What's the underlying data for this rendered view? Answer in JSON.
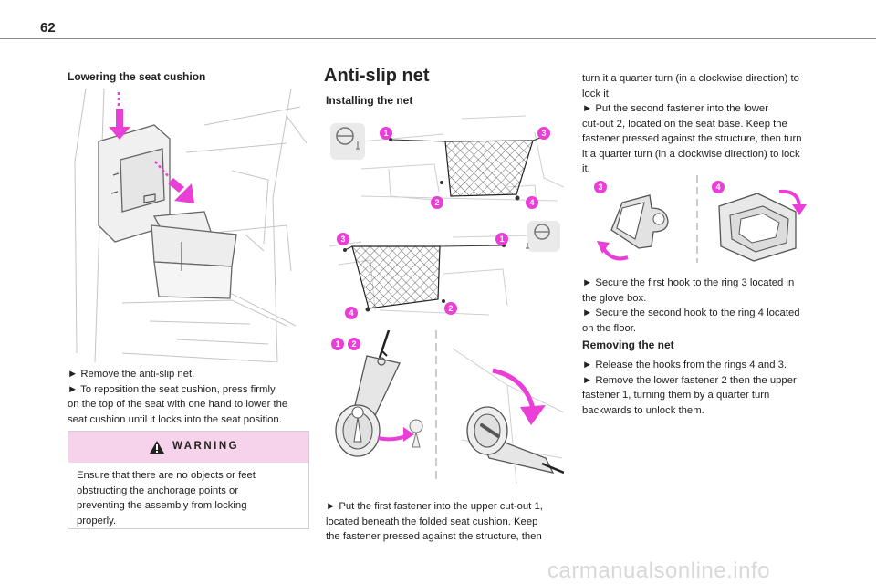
{
  "page_number": "62",
  "left": {
    "heading": "Lowering the seat cushion",
    "instructions": [
      "► Remove the anti-slip net.",
      "► To reposition the seat cushion, press firmly",
      "on the top of the seat with one hand to lower the",
      "seat cushion until it locks into the seat position."
    ],
    "warning": {
      "title": "WARNING",
      "lines": [
        "Ensure that there are no objects or feet",
        "obstructing the anchorage points or",
        "preventing the assembly from locking",
        "properly."
      ]
    }
  },
  "middle": {
    "title": "Anti-slip net",
    "subheading": "Installing the net",
    "step_numbers": [
      "1",
      "2",
      "3",
      "4"
    ],
    "bottom_text": [
      "► Put the first fastener into the upper cut-out 1,",
      "located beneath the folded seat cushion. Keep",
      "the fastener pressed against the structure, then"
    ]
  },
  "right": {
    "text1": [
      "turn it a quarter turn (in a clockwise direction) to",
      "lock it.",
      "► Put the second fastener into the lower",
      "cut-out 2, located on the seat base. Keep the",
      "fastener pressed against the structure, then turn",
      "it a quarter turn (in a clockwise direction) to lock",
      "it."
    ],
    "text2": [
      "► Secure the first hook to the ring 3 located in",
      "the glove box.",
      "► Secure the second hook to the ring 4 located",
      "on the floor."
    ],
    "removing_heading": "Removing the net",
    "text3": [
      "► Release the hooks from the rings 4 and 3.",
      "► Remove the lower fastener 2 then the upper",
      "fastener 1, turning them by a quarter turn",
      "backwards to unlock them."
    ]
  },
  "watermark": "carmanualsonline.info",
  "colors": {
    "accent": "#e93fd6",
    "warning_bg": "#f6d3ea",
    "rule": "#8a8a8a"
  }
}
